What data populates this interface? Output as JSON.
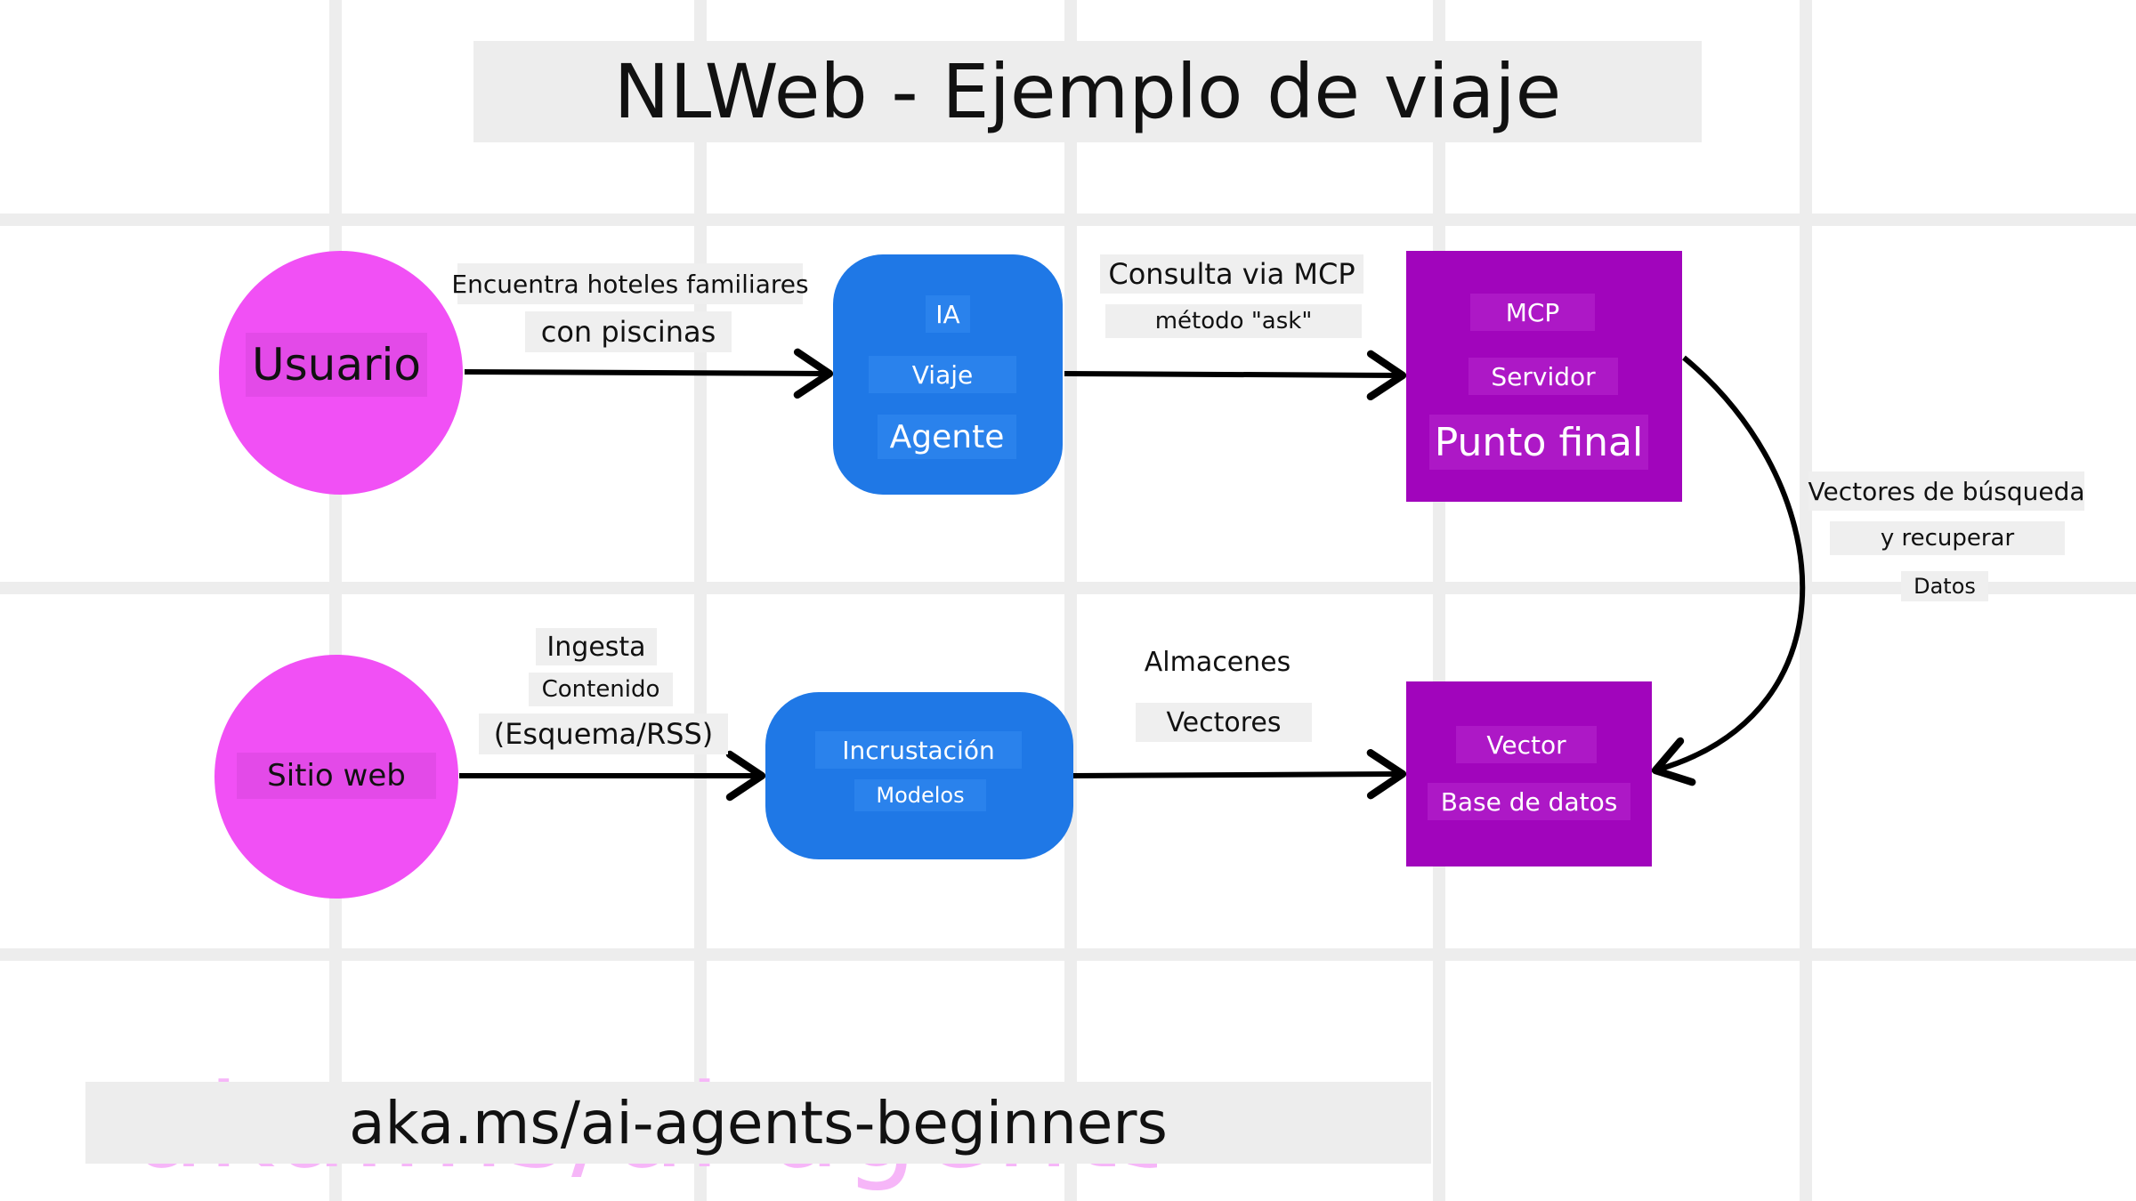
{
  "title": "NLWeb - Ejemplo de viaje",
  "nodes": {
    "usuario": "Usuario",
    "sitio_web": "Sitio web",
    "agent": {
      "line1": "IA",
      "line2": "Viaje",
      "line3": "Agente"
    },
    "mcp": {
      "line1": "MCP",
      "line2": "Servidor",
      "line3": "Punto final"
    },
    "embedding": {
      "line1": "Incrustación",
      "line2": "Modelos"
    },
    "vector_db": {
      "line1": "Vector",
      "line2": "Base de datos"
    }
  },
  "edges": {
    "user_to_agent": {
      "line1": "Encuentra hoteles familiares",
      "line2": "con piscinas"
    },
    "agent_to_mcp": {
      "line1": "Consulta via MCP",
      "line2": "método \"ask\""
    },
    "mcp_to_vector": {
      "line1": "Vectores de búsqueda",
      "line2": "y recuperar",
      "line3": "Datos"
    },
    "site_to_embedding": {
      "line1": "Ingesta",
      "line2": "Contenido",
      "line3": "(Esquema/RSS)"
    },
    "embedding_to_vector": {
      "line1": "Almacenes",
      "line2": "Vectores"
    }
  },
  "footer": {
    "url": "aka.ms/ai-agents-beginners"
  },
  "colors": {
    "circle": "#f150f5",
    "agent_blue": "#1f78e6",
    "server_purple": "#a105bc",
    "grid": "#ededed"
  }
}
